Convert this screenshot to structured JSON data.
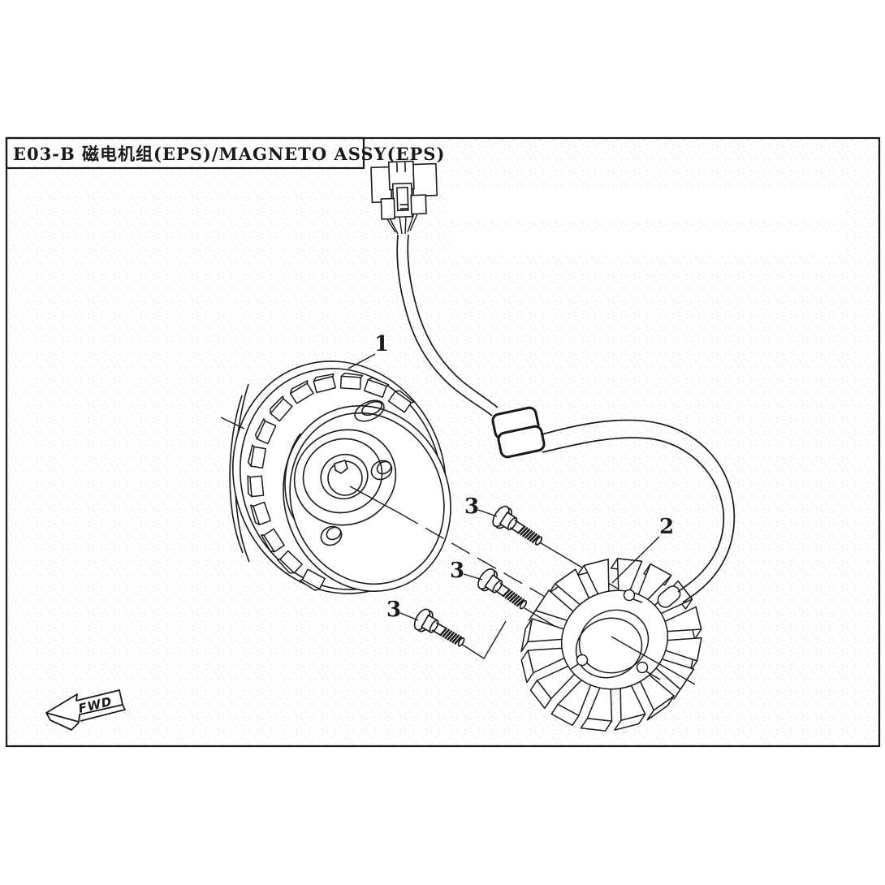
{
  "title_block": {
    "code_and_name": "E03-B 磁电机组(EPS)/MAGNETO ASSY(EPS)"
  },
  "callouts": {
    "flywheel": "1",
    "stator": "2",
    "bolt_top": "3",
    "bolt_middle": "3",
    "bolt_bottom": "3"
  },
  "direction_arrow": {
    "label": "FWD"
  },
  "colors": {
    "ink": "#1a1a1a",
    "paper": "#ffffff"
  }
}
